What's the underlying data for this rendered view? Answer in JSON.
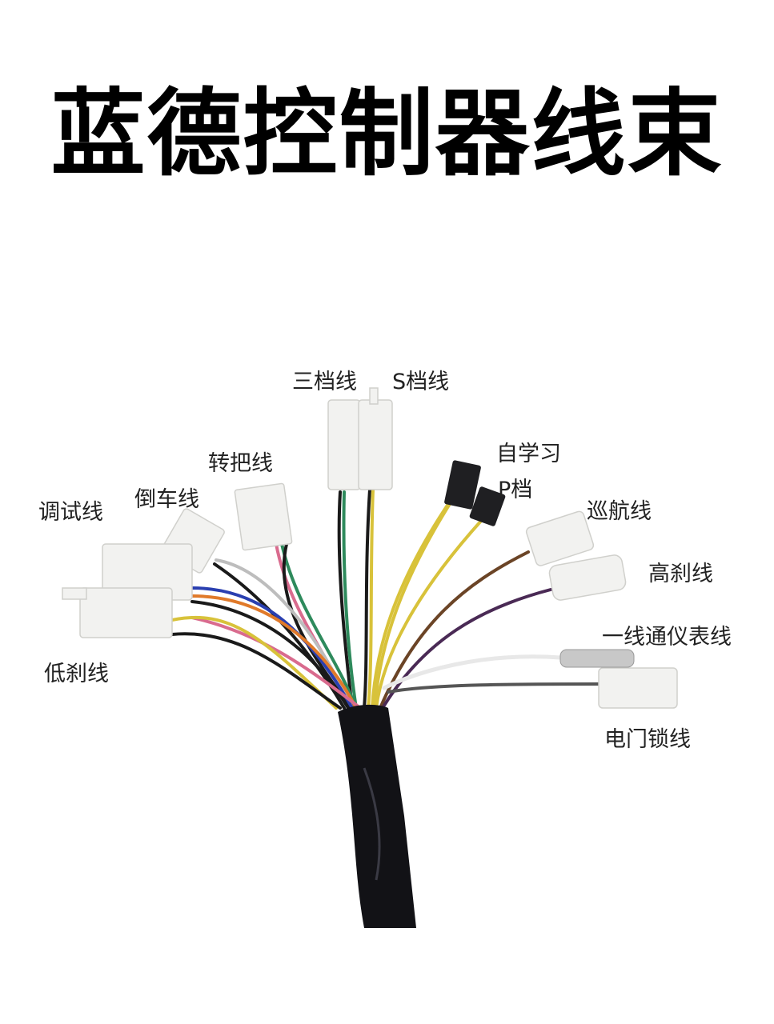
{
  "title": "蓝德控制器线束",
  "labels": {
    "three_speed": "三档线",
    "s_gear": "S档线",
    "self_learn": "自学习",
    "p_gear": "P档",
    "throttle": "转把线",
    "reverse": "倒车线",
    "debug": "调试线",
    "cruise": "巡航线",
    "high_brake": "高刹线",
    "low_brake": "低刹线",
    "one_wire_meter": "一线通仪表线",
    "ignition_lock": "电门锁线"
  },
  "colors": {
    "connector": "#f2f2f0",
    "sheath": "#121216",
    "wire_yellow": "#d8c23a",
    "wire_black": "#1a1a1a",
    "wire_green": "#2e8a5c",
    "wire_pink": "#d96b8e",
    "wire_blue": "#2a3fb0",
    "wire_orange": "#e07a2a",
    "wire_gray": "#bdbdbd",
    "wire_brown": "#6b4426",
    "wire_purple": "#4a2a55",
    "wire_white": "#e8e8e8"
  }
}
